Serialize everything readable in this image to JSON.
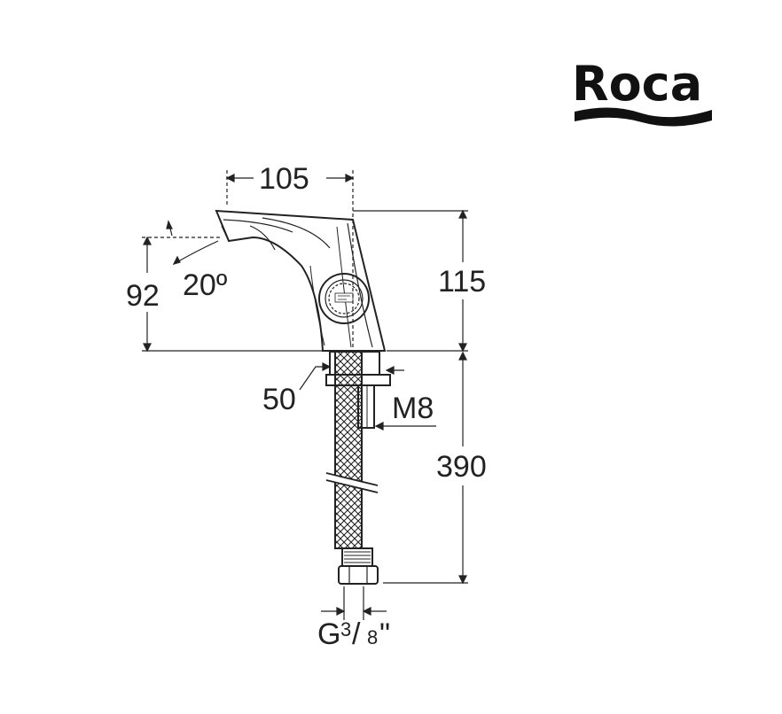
{
  "logo": {
    "text": "Roca"
  },
  "dimensions": {
    "spout_reach": "105",
    "body_height": "115",
    "spout_height": "92",
    "spout_angle": "20º",
    "base_diameter": "50",
    "stud_thread": "M8",
    "hose_length": "390",
    "connection_thread_prefix": "G",
    "connection_thread_num": "3",
    "connection_thread_sep": "/",
    "connection_thread_den": "8",
    "connection_thread_suffix": "\""
  },
  "colors": {
    "line": "#222222",
    "logo": "#111111"
  }
}
